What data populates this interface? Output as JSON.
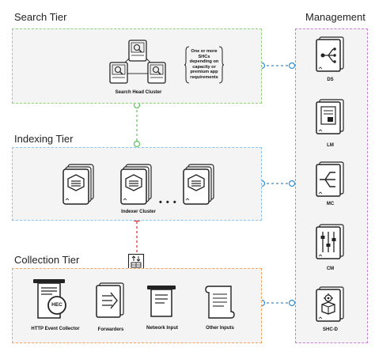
{
  "tiers": {
    "search": {
      "title": "Search Tier",
      "cluster_label": "Search Head Cluster",
      "note": [
        "One or more",
        "SHCs",
        "depending on",
        "capacity or",
        "premium app",
        "requirements"
      ]
    },
    "indexing": {
      "title": "Indexing Tier",
      "cluster_label": "Indexer Cluster",
      "ellipsis": "• • •"
    },
    "collection": {
      "title": "Collection Tier",
      "items": [
        "HTTP Event Collector",
        "Forwarders",
        "Network Input",
        "Other Inputs"
      ],
      "hec_badge": "HEC"
    },
    "management": {
      "title": "Management",
      "items": [
        "DS",
        "LM",
        "MC",
        "CM",
        "SHC-D"
      ]
    }
  },
  "colors": {
    "search": "#8fd27a",
    "indexing": "#8cc4f0",
    "collection": "#f5a35a",
    "management": "#c77fd6",
    "link_blue": "#2f8fd8",
    "link_orange": "#f08a24",
    "link_red": "#e0262e",
    "link_green": "#5cc25a"
  }
}
